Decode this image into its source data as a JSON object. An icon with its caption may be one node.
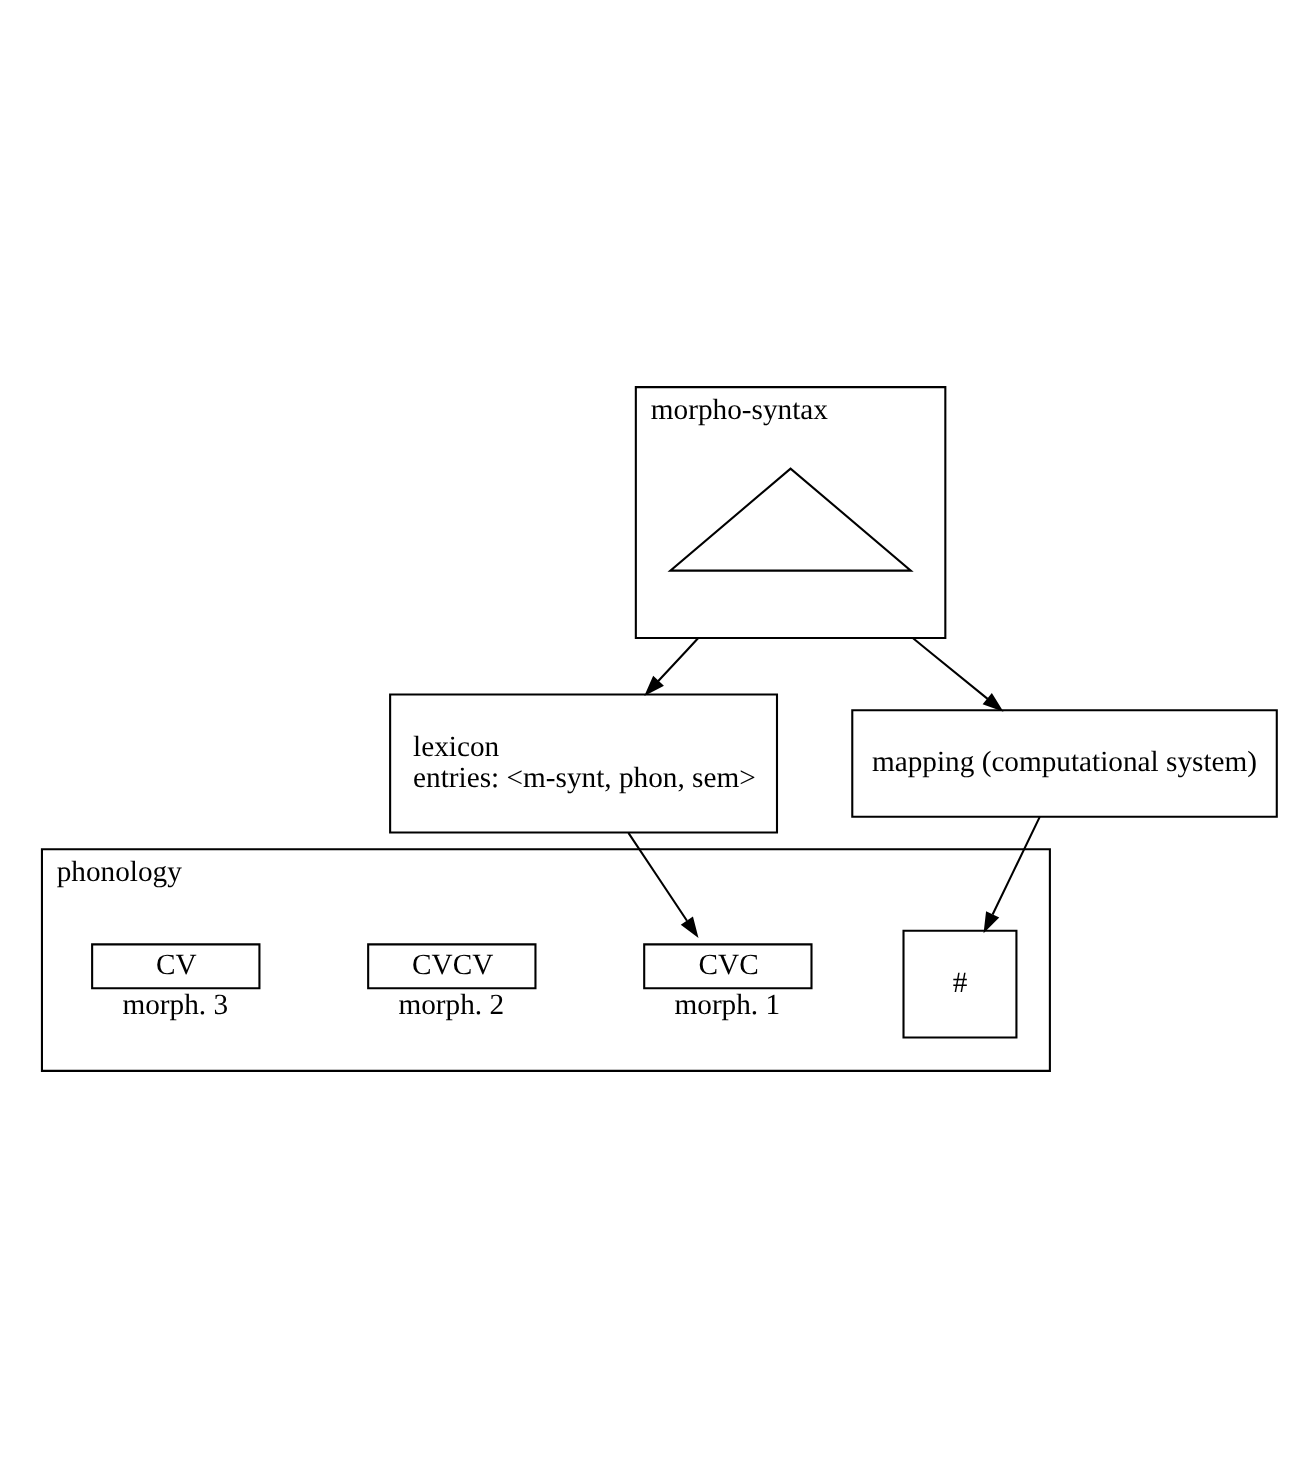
{
  "diagram": {
    "nodes": [
      {
        "text": [
          "morpho-syntax"
        ]
      },
      {
        "text": [],
        "shape": "picture",
        "in": 0
      },
      {
        "text": [
          "lexicon",
          "entries: <m-synt, phon, sem>"
        ]
      },
      {
        "text": [
          "mapping (computational system)"
        ]
      },
      {
        "text": [
          "phonology"
        ]
      },
      {
        "text": [
          "#"
        ],
        "in": 4
      },
      {
        "text": [
          "CVC"
        ],
        "in": 4,
        "beside": [
          "morph. 1"
        ]
      },
      {
        "text": [
          "CVCV"
        ],
        "in": 4,
        "beside": [
          "morph. 2"
        ]
      },
      {
        "text": [
          "CV"
        ],
        "in": 4,
        "beside": [
          "morph. 3"
        ]
      }
    ],
    "edges": [
      {
        "from": 0,
        "to": 2,
        "arrow": "to"
      },
      {
        "from": 0,
        "to": 3,
        "arrow": "to"
      },
      {
        "from": 2,
        "to": 6,
        "arrow": "to"
      },
      {
        "from": 3,
        "to": 5,
        "arrow": "to"
      }
    ]
  }
}
